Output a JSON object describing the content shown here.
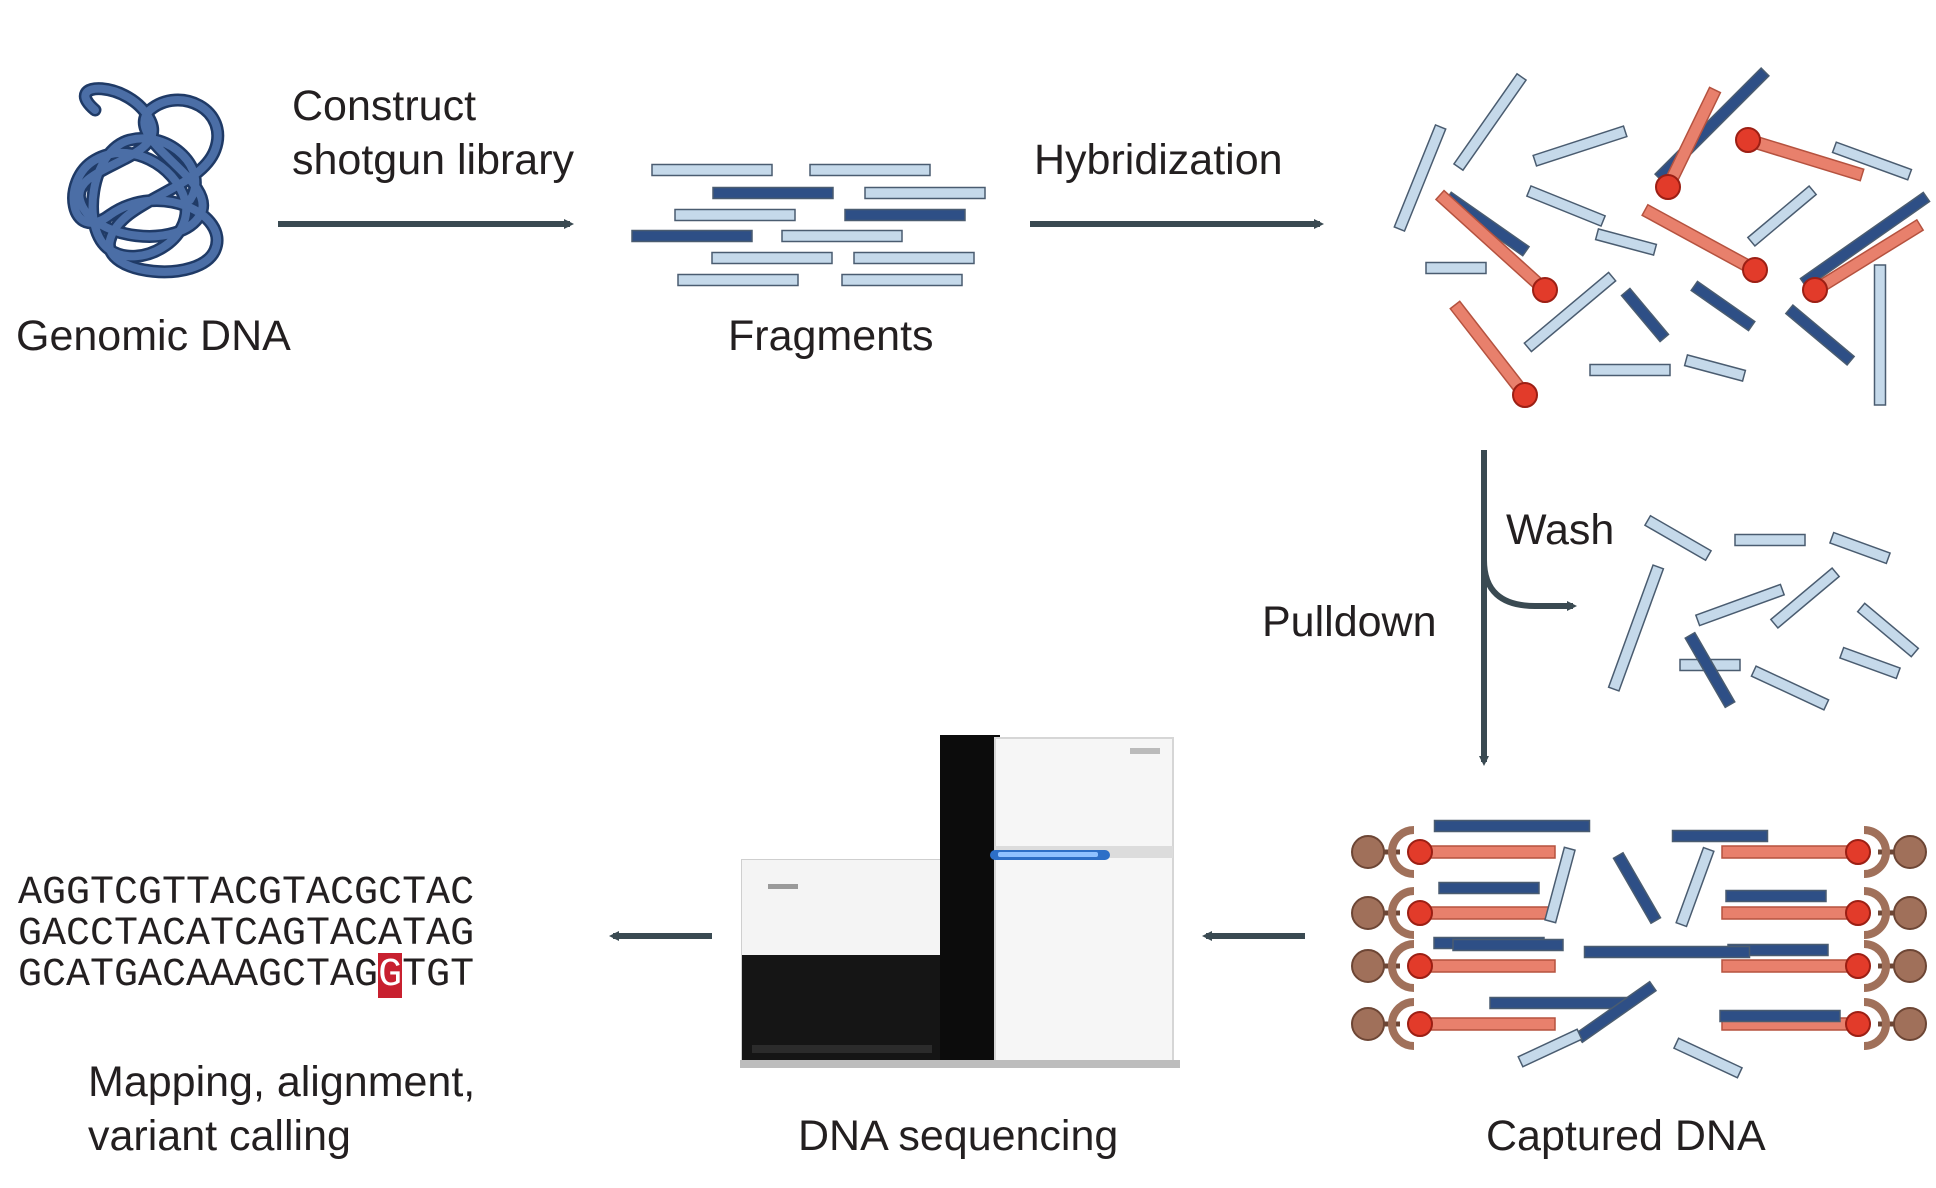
{
  "labels": {
    "genomic_dna": "Genomic DNA",
    "construct_line1": "Construct",
    "construct_line2": "shotgun library",
    "fragments": "Fragments",
    "hybridization": "Hybridization",
    "wash": "Wash",
    "pulldown": "Pulldown",
    "captured_dna": "Captured DNA",
    "dna_sequencing": "DNA sequencing",
    "mapping_line1": "Mapping, alignment,",
    "mapping_line2": "variant calling"
  },
  "sequence": {
    "line1": "AGGTCGTTACGTACGCTAC",
    "line2": "GACCTACATCAGTACATAG",
    "line3_before": "GCATGACAAAGCTAG",
    "line3_variant": "G",
    "line3_after": "TGT"
  },
  "colors": {
    "dark_blue": "#2e4f86",
    "light_blue": "#c5d9ea",
    "salmon": "#e8806c",
    "red_bead": "#e23b2a",
    "brown_bead": "#a0705a",
    "arrow": "#3a4a52",
    "variant_highlight": "#c8202f"
  }
}
